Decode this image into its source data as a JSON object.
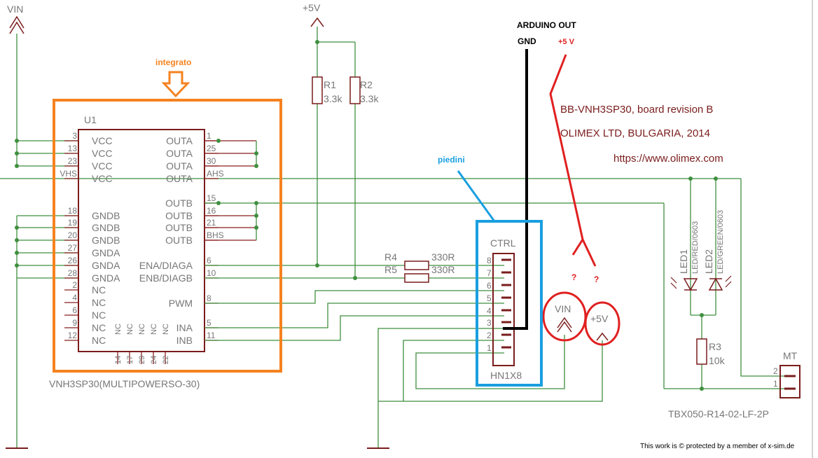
{
  "labels": {
    "vin_top": "VIN",
    "plus5v_top": "+5V",
    "u1": "U1",
    "ic_name": "VNH3SP30(MULTIPOWERSO-30)",
    "integrato": "integrato",
    "piedini": "piedini",
    "arduino_out": "ARDUINO OUT",
    "gnd": "GND",
    "plus5v_red": "+5 V",
    "q1": "?",
    "q2": "?",
    "r1": "R1",
    "r1_val": "3.3k",
    "r2": "R2",
    "r2_val": "3.3k",
    "r3": "R3",
    "r3_val": "10k",
    "r4": "R4",
    "r4_val": "330R",
    "r5": "R5",
    "r5_val": "330R",
    "ctrl": "CTRL",
    "hn1x8": "HN1X8",
    "vin_conn": "VIN",
    "plus5v_conn": "+5V",
    "mt": "MT",
    "mt_part": "TBX050-R14-02-LF-2P",
    "led1": "LED1",
    "led1_desc": "LED/RED/0603",
    "led2": "LED2",
    "led2_desc": "LED/GREEN/0603",
    "board": "BB-VNH3SP30, board revision B",
    "company": "OLIMEX LTD, BULGARIA, 2014",
    "url": "https://www.olimex.com",
    "credit": "This work is © protected by a member of x-sim.de"
  },
  "ic_left_pins": [
    {
      "num": "3",
      "name": "VCC"
    },
    {
      "num": "13",
      "name": "VCC"
    },
    {
      "num": "23",
      "name": "VCC"
    },
    {
      "num": "VHS",
      "name": "VCC"
    },
    {
      "num": "18",
      "name": "GNDB"
    },
    {
      "num": "19",
      "name": "GNDB"
    },
    {
      "num": "20",
      "name": "GNDB"
    },
    {
      "num": "27",
      "name": "GNDA"
    },
    {
      "num": "26",
      "name": "GNDA"
    },
    {
      "num": "28",
      "name": "GNDA"
    },
    {
      "num": "2",
      "name": "NC"
    },
    {
      "num": "4",
      "name": "NC"
    },
    {
      "num": "6",
      "name": "NC"
    },
    {
      "num": "9",
      "name": "NC"
    },
    {
      "num": "12",
      "name": "NC"
    }
  ],
  "ic_right_pins": [
    {
      "num": "1",
      "name": "OUTA"
    },
    {
      "num": "25",
      "name": "OUTA"
    },
    {
      "num": "30",
      "name": "OUTA"
    },
    {
      "num": "AHS",
      "name": "OUTA"
    },
    {
      "num": "15",
      "name": "OUTB"
    },
    {
      "num": "16",
      "name": "OUTB"
    },
    {
      "num": "21",
      "name": "OUTB"
    },
    {
      "num": "BHS",
      "name": "OUTB"
    },
    {
      "num": "6",
      "name": "ENA/DIAGA"
    },
    {
      "num": "10",
      "name": "ENB/DIAGB"
    },
    {
      "num": "8",
      "name": "PWM"
    },
    {
      "num": "5",
      "name": "INA"
    },
    {
      "num": "11",
      "name": "INB"
    }
  ],
  "ic_bottom_nc": [
    "NC",
    "NC",
    "NC",
    "NC",
    "NC"
  ],
  "ic_bottom_pins": [
    "14",
    "17",
    "29",
    "24",
    "22"
  ],
  "header_pins": [
    "8",
    "7",
    "6",
    "5",
    "4",
    "3",
    "2",
    "1"
  ],
  "mt_pins": [
    "2",
    "1"
  ],
  "colors": {
    "wire": "#3f8f3f",
    "component": "#7a1c1c",
    "orange": "#f58220",
    "blue": "#1a9fe0",
    "red": "#e02020"
  }
}
